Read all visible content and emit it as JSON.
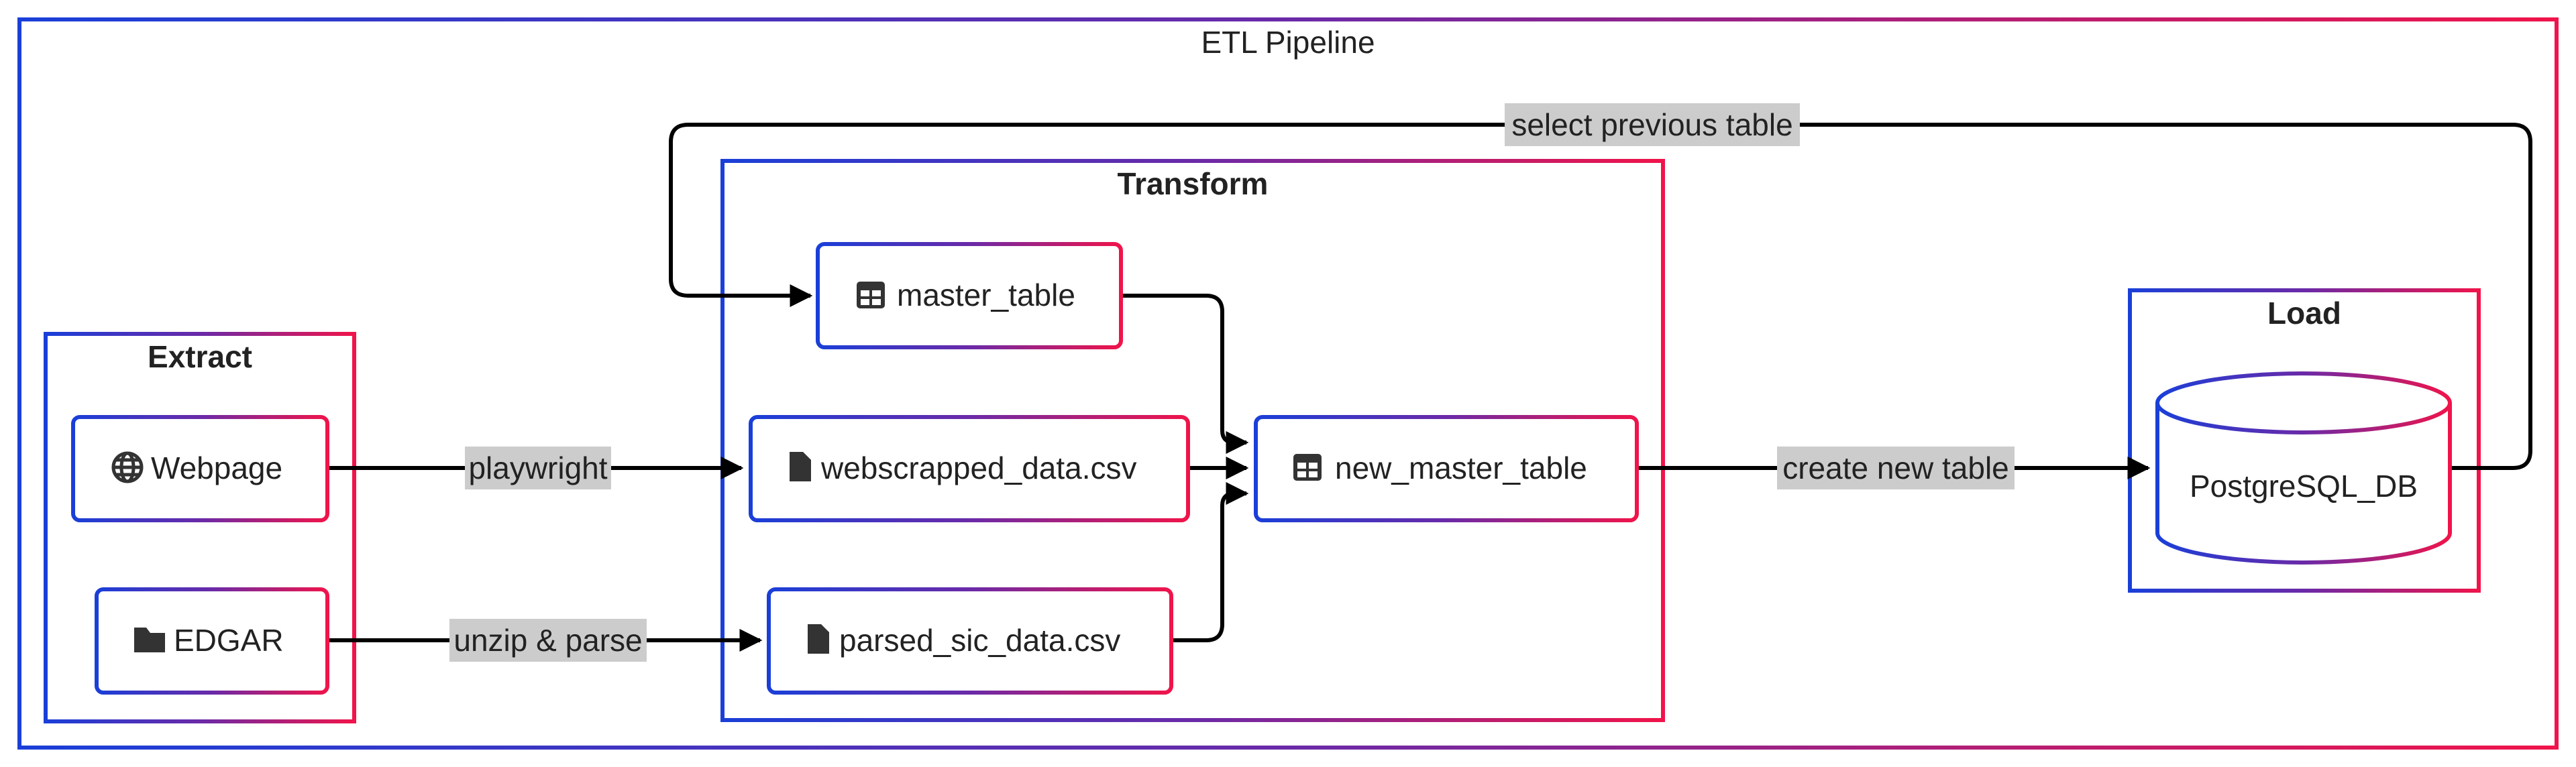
{
  "colors": {
    "gradient_start": "#1a3fd8",
    "gradient_mid": "#6a2aa8",
    "gradient_end": "#f0144a",
    "edge": "#000000",
    "edge_label_bg": "#cccccc",
    "text": "#222222"
  },
  "pipeline": {
    "title": "ETL Pipeline"
  },
  "groups": {
    "extract": {
      "title": "Extract"
    },
    "transform": {
      "title": "Transform"
    },
    "load": {
      "title": "Load"
    }
  },
  "nodes": {
    "webpage": {
      "label": "Webpage",
      "icon": "globe-icon"
    },
    "edgar": {
      "label": "EDGAR",
      "icon": "folder-icon"
    },
    "master_table": {
      "label": "master_table",
      "icon": "table-icon"
    },
    "webscrapped": {
      "label": "webscrapped_data.csv",
      "icon": "file-icon"
    },
    "parsed_sic": {
      "label": "parsed_sic_data.csv",
      "icon": "file-icon"
    },
    "new_master": {
      "label": "new_master_table",
      "icon": "table-icon"
    },
    "postgres": {
      "label": "PostgreSQL_DB",
      "icon": "database-cylinder"
    }
  },
  "edges": {
    "playwright": "playwright",
    "unzip_parse": "unzip & parse",
    "create_table": "create new table",
    "select_previous": "select previous table"
  }
}
